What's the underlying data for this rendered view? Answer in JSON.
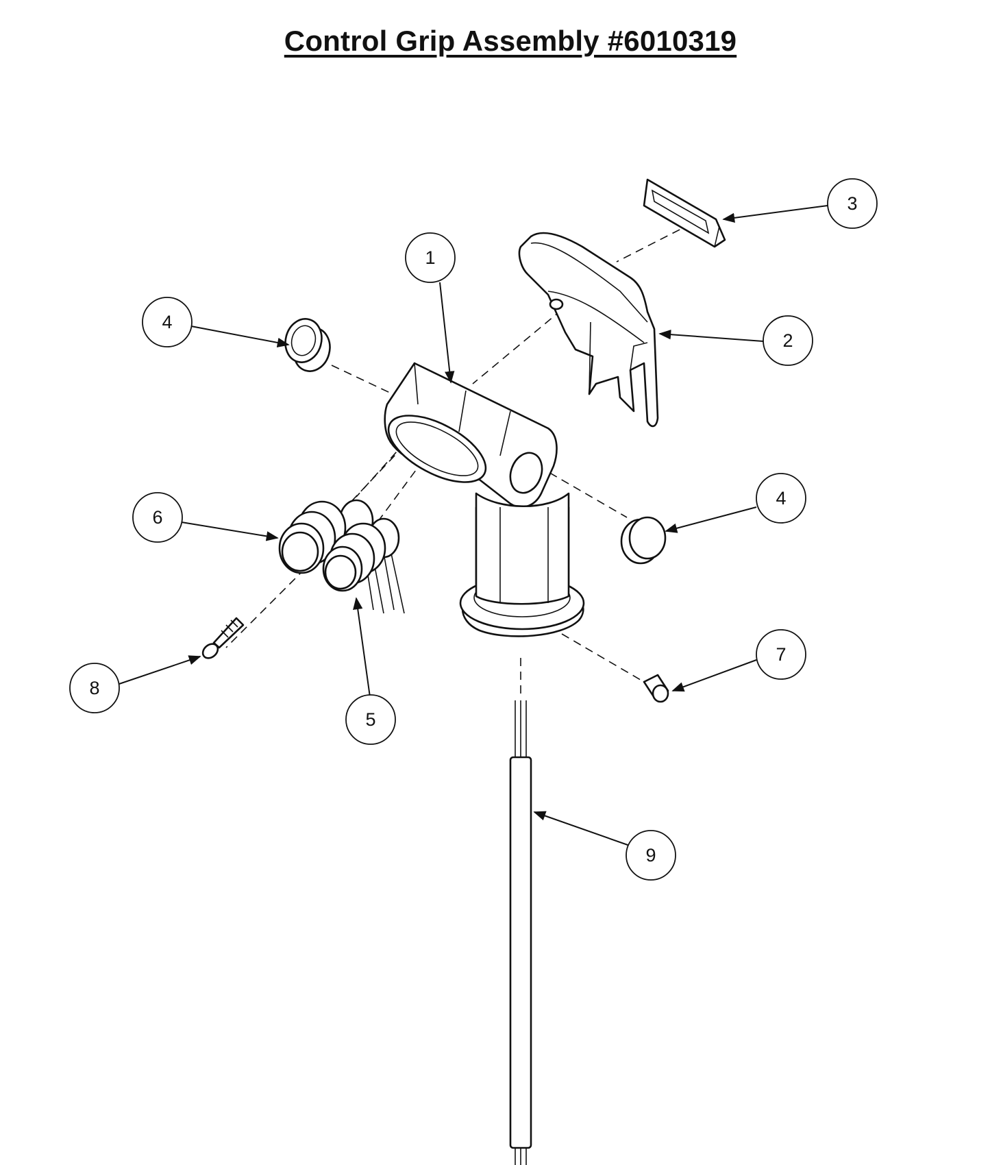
{
  "title": "Control Grip Assembly #6010319",
  "callouts": [
    {
      "id": "c3",
      "label": "3"
    },
    {
      "id": "c1",
      "label": "1"
    },
    {
      "id": "c4a",
      "label": "4"
    },
    {
      "id": "c2",
      "label": "2"
    },
    {
      "id": "c4b",
      "label": "4"
    },
    {
      "id": "c6",
      "label": "6"
    },
    {
      "id": "c7",
      "label": "7"
    },
    {
      "id": "c8",
      "label": "8"
    },
    {
      "id": "c5",
      "label": "5"
    },
    {
      "id": "c9",
      "label": "9"
    }
  ]
}
